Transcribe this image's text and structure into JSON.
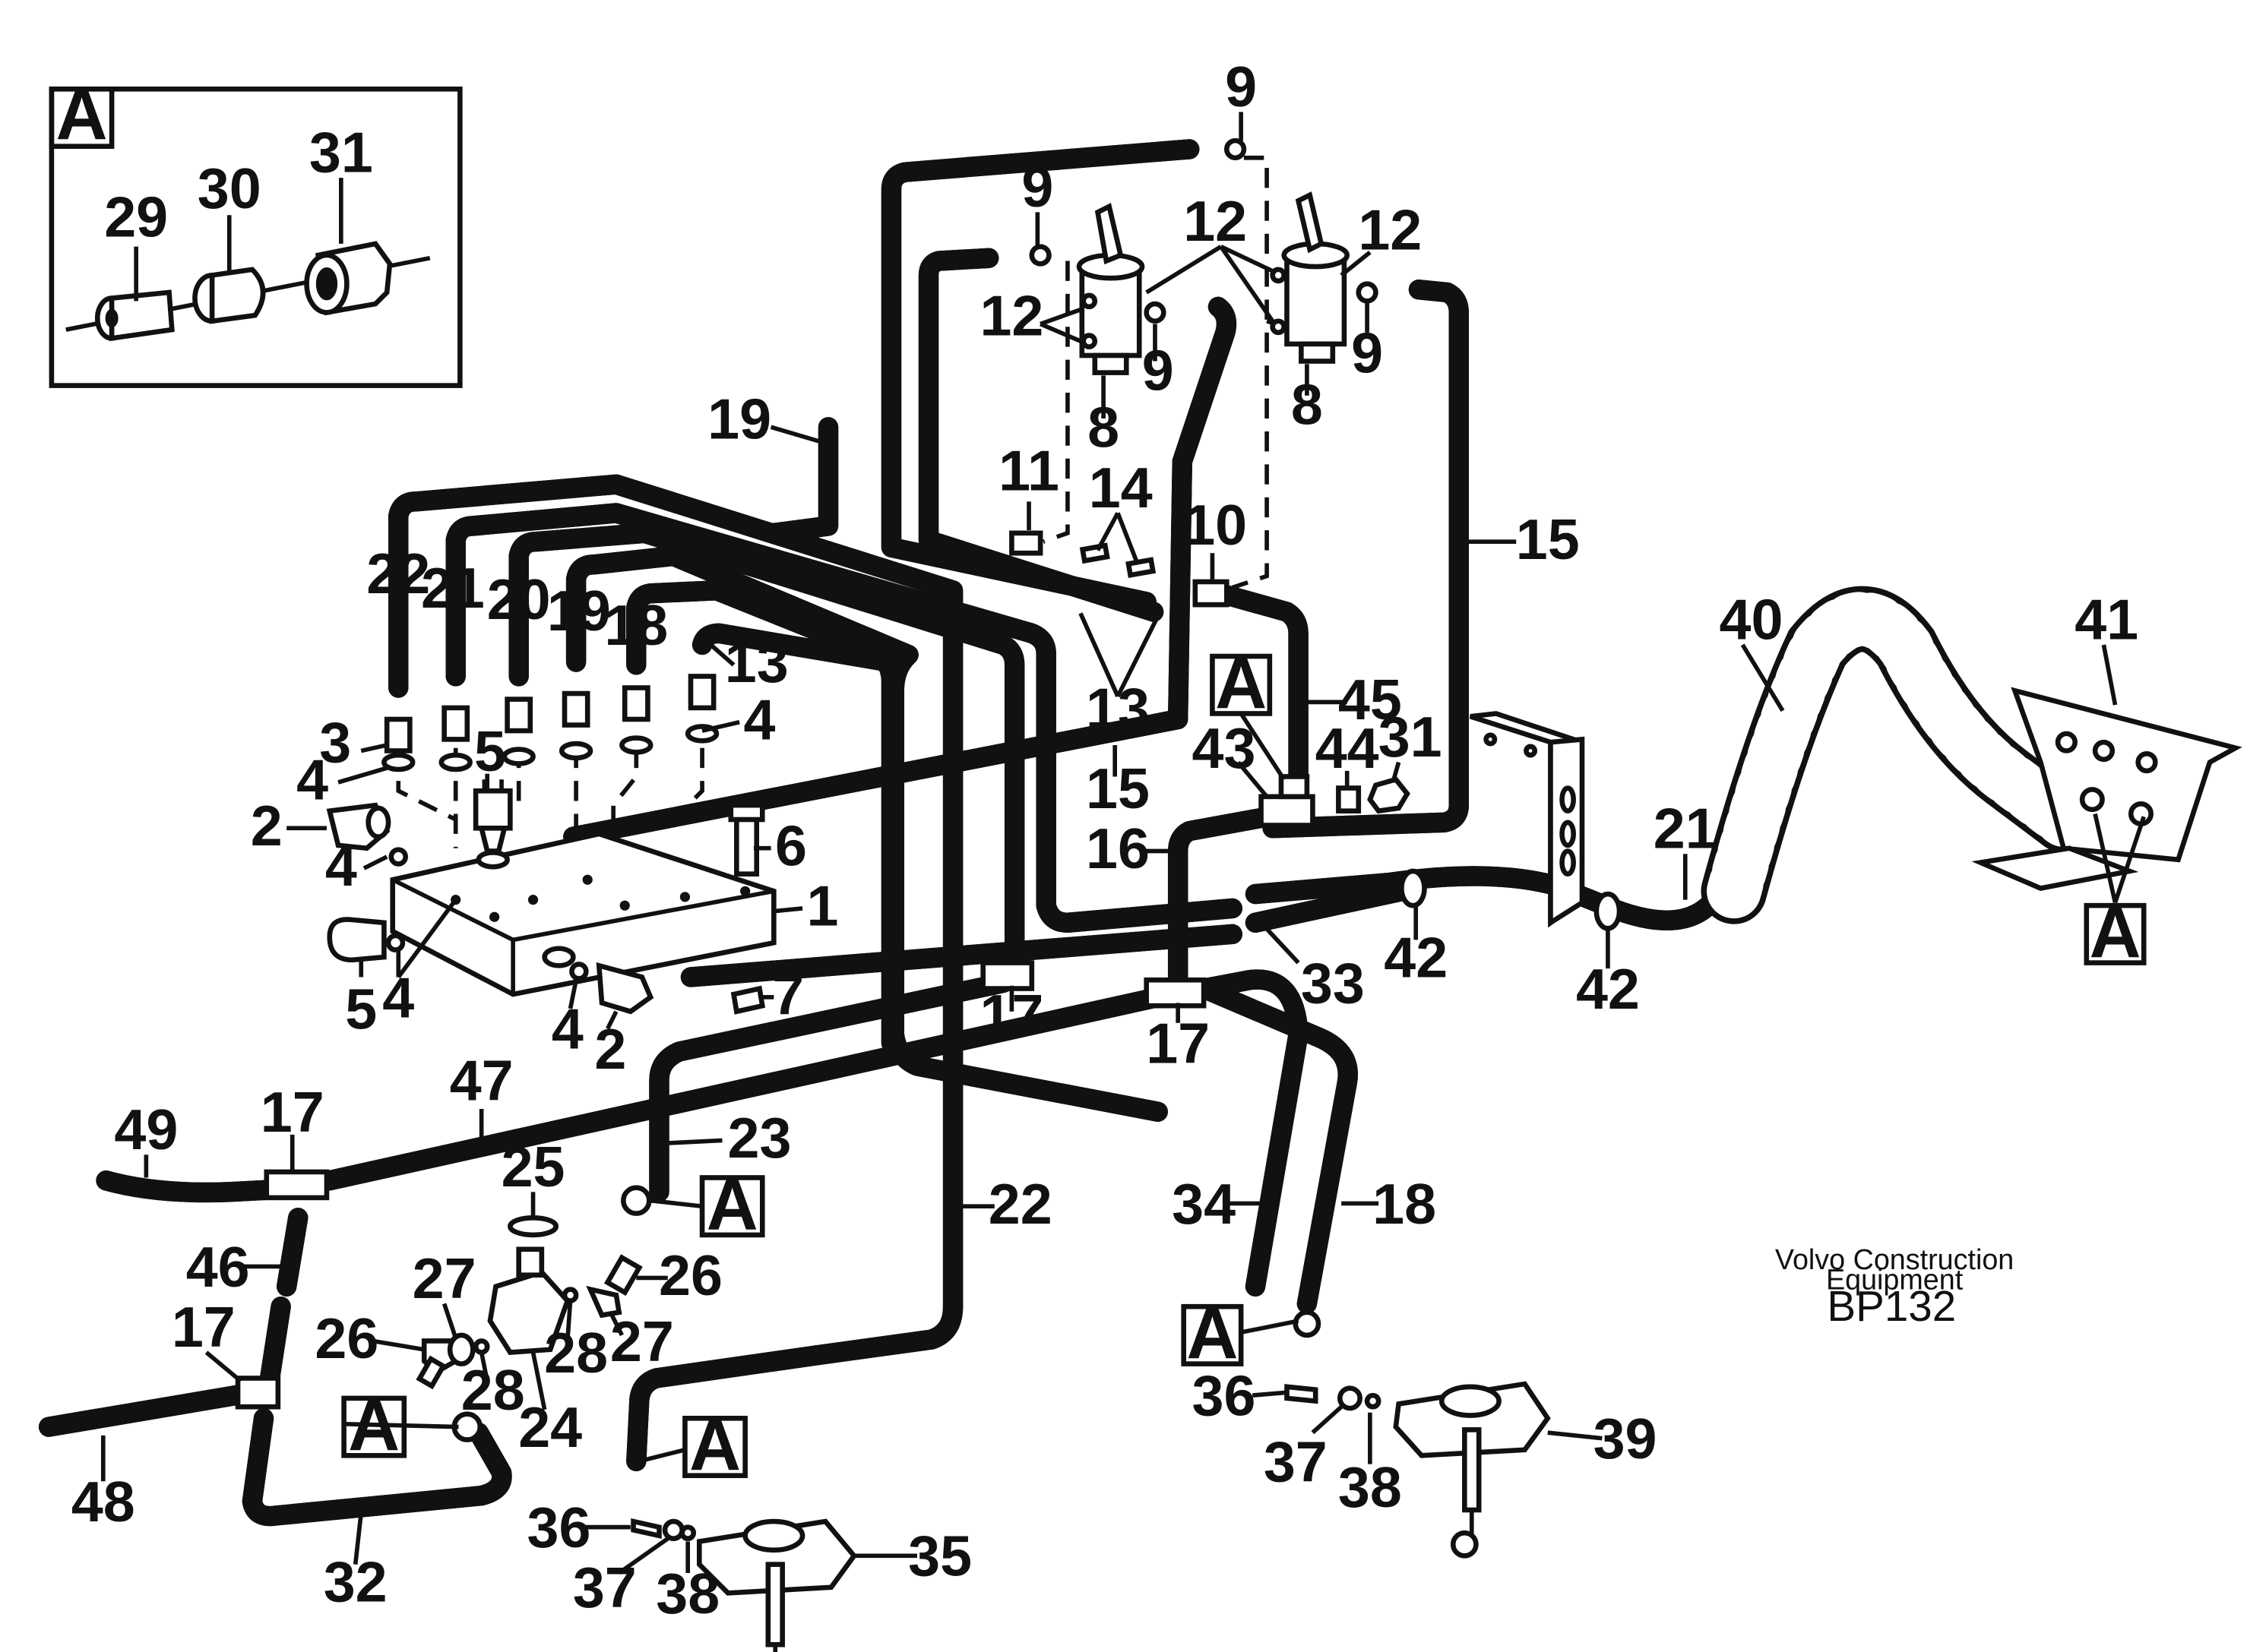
{
  "inset": {
    "label": "A",
    "callouts": [
      "29",
      "30",
      "31"
    ]
  },
  "detail_label": "A",
  "callouts": [
    {
      "id": "c1",
      "text": "1"
    },
    {
      "id": "c2a",
      "text": "2"
    },
    {
      "id": "c2b",
      "text": "2"
    },
    {
      "id": "c3",
      "text": "3"
    },
    {
      "id": "c4a",
      "text": "4"
    },
    {
      "id": "c4b",
      "text": "4"
    },
    {
      "id": "c4c",
      "text": "4"
    },
    {
      "id": "c4d",
      "text": "4"
    },
    {
      "id": "c4e",
      "text": "4"
    },
    {
      "id": "c5a",
      "text": "5"
    },
    {
      "id": "c5b",
      "text": "5"
    },
    {
      "id": "c6",
      "text": "6"
    },
    {
      "id": "c7",
      "text": "7"
    },
    {
      "id": "c8a",
      "text": "8"
    },
    {
      "id": "c8b",
      "text": "8"
    },
    {
      "id": "c9a",
      "text": "9"
    },
    {
      "id": "c9b",
      "text": "9"
    },
    {
      "id": "c9c",
      "text": "9"
    },
    {
      "id": "c9d",
      "text": "9"
    },
    {
      "id": "c10",
      "text": "10"
    },
    {
      "id": "c11",
      "text": "11"
    },
    {
      "id": "c12a",
      "text": "12"
    },
    {
      "id": "c12b",
      "text": "12"
    },
    {
      "id": "c12c",
      "text": "12"
    },
    {
      "id": "c13a",
      "text": "13"
    },
    {
      "id": "c13b",
      "text": "13"
    },
    {
      "id": "c14",
      "text": "14"
    },
    {
      "id": "c15a",
      "text": "15"
    },
    {
      "id": "c15b",
      "text": "15"
    },
    {
      "id": "c16",
      "text": "16"
    },
    {
      "id": "c17a",
      "text": "17"
    },
    {
      "id": "c17b",
      "text": "17"
    },
    {
      "id": "c17c",
      "text": "17"
    },
    {
      "id": "c17d",
      "text": "17"
    },
    {
      "id": "c18a",
      "text": "18"
    },
    {
      "id": "c18b",
      "text": "18"
    },
    {
      "id": "c19a",
      "text": "19"
    },
    {
      "id": "c19b",
      "text": "19"
    },
    {
      "id": "c20",
      "text": "20"
    },
    {
      "id": "c21a",
      "text": "21"
    },
    {
      "id": "c21b",
      "text": "21"
    },
    {
      "id": "c22a",
      "text": "22"
    },
    {
      "id": "c22b",
      "text": "22"
    },
    {
      "id": "c23",
      "text": "23"
    },
    {
      "id": "c24",
      "text": "24"
    },
    {
      "id": "c25",
      "text": "25"
    },
    {
      "id": "c26a",
      "text": "26"
    },
    {
      "id": "c26b",
      "text": "26"
    },
    {
      "id": "c27a",
      "text": "27"
    },
    {
      "id": "c27b",
      "text": "27"
    },
    {
      "id": "c28a",
      "text": "28"
    },
    {
      "id": "c28b",
      "text": "28"
    },
    {
      "id": "c31",
      "text": "31"
    },
    {
      "id": "c32",
      "text": "32"
    },
    {
      "id": "c33",
      "text": "33"
    },
    {
      "id": "c34",
      "text": "34"
    },
    {
      "id": "c35",
      "text": "35"
    },
    {
      "id": "c36a",
      "text": "36"
    },
    {
      "id": "c36b",
      "text": "36"
    },
    {
      "id": "c37a",
      "text": "37"
    },
    {
      "id": "c37b",
      "text": "37"
    },
    {
      "id": "c38a",
      "text": "38"
    },
    {
      "id": "c38b",
      "text": "38"
    },
    {
      "id": "c39",
      "text": "39"
    },
    {
      "id": "c40",
      "text": "40"
    },
    {
      "id": "c41",
      "text": "41"
    },
    {
      "id": "c42a",
      "text": "42"
    },
    {
      "id": "c42b",
      "text": "42"
    },
    {
      "id": "c43",
      "text": "43"
    },
    {
      "id": "c44",
      "text": "44"
    },
    {
      "id": "c45",
      "text": "45"
    },
    {
      "id": "c46",
      "text": "46"
    },
    {
      "id": "c47",
      "text": "47"
    },
    {
      "id": "c48",
      "text": "48"
    },
    {
      "id": "c49",
      "text": "49"
    }
  ],
  "footer": {
    "maker_line1": "Volvo Construction",
    "maker_line2": "Equipment",
    "code": "BP132"
  }
}
